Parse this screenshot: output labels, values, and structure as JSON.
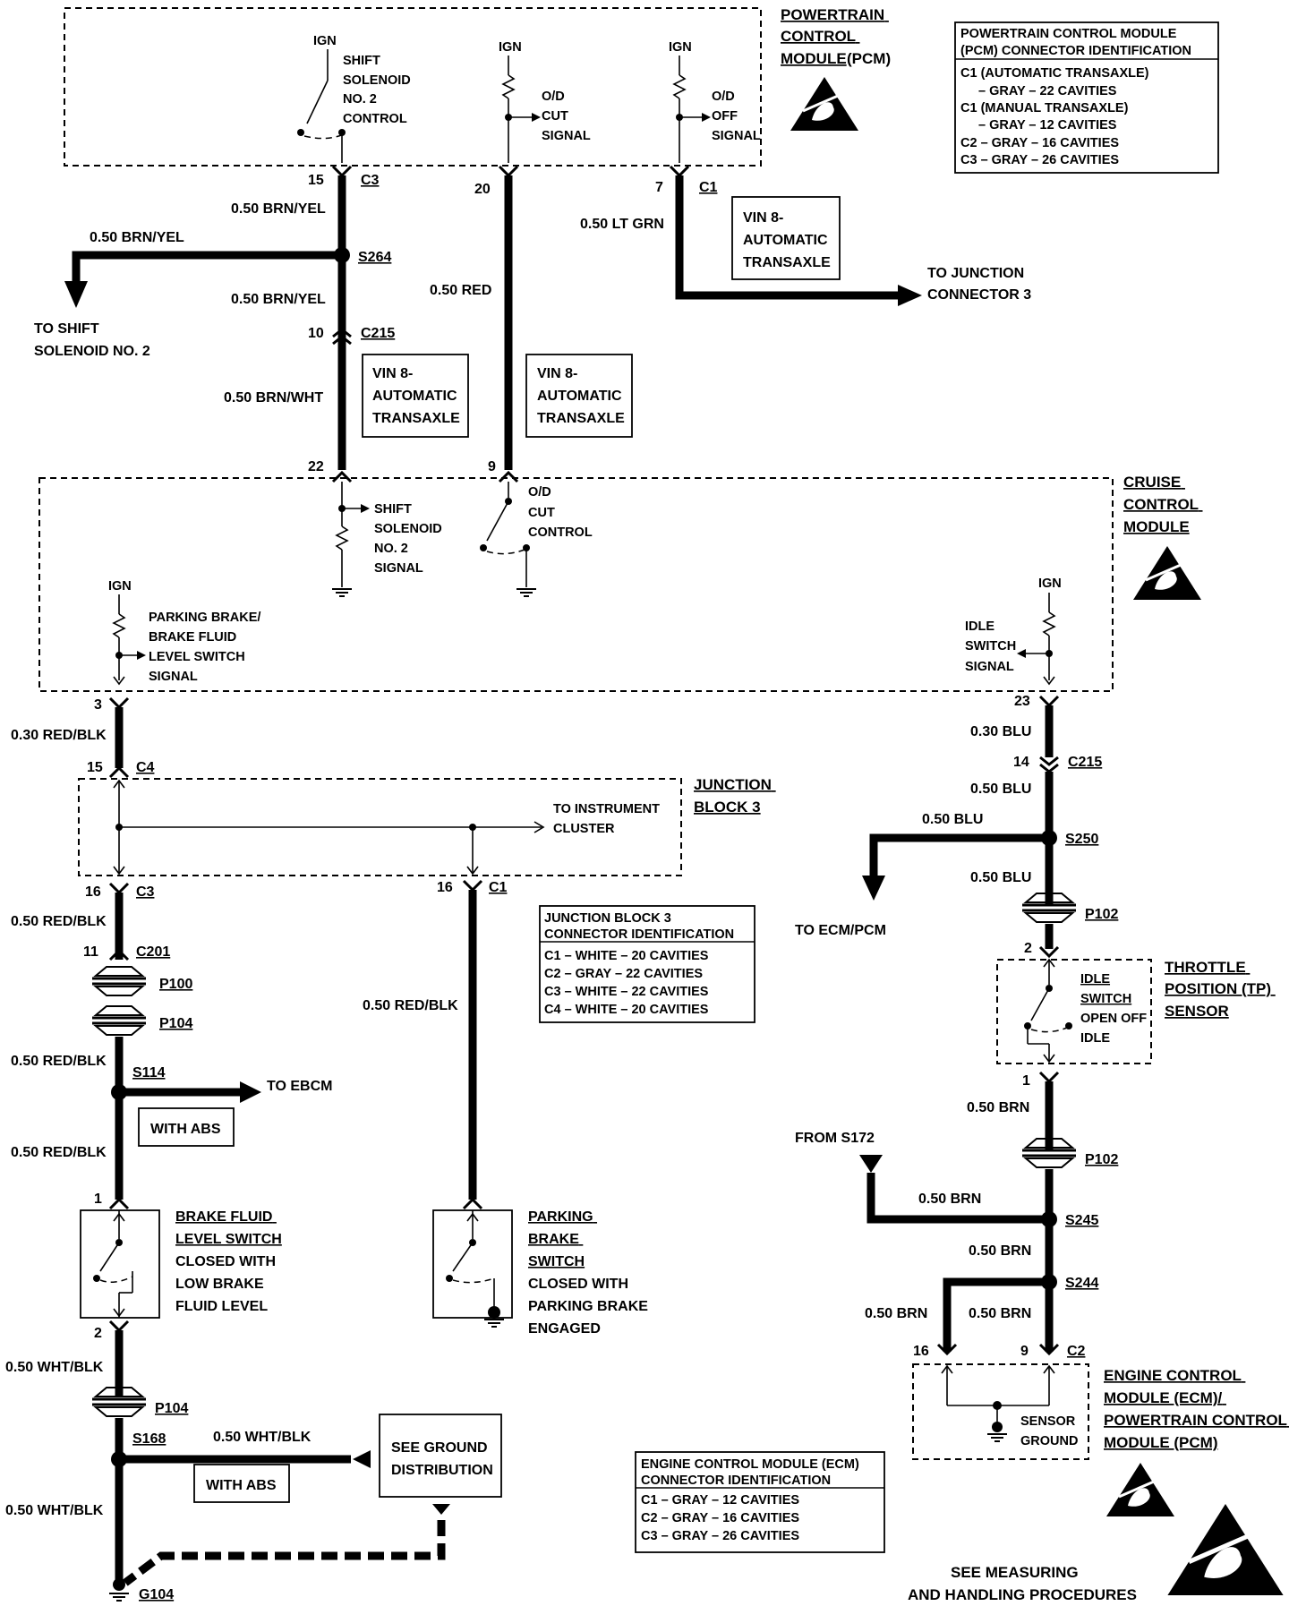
{
  "pcm": {
    "title": [
      "POWERTRAIN",
      "CONTROL",
      "MODULE"
    ],
    "title_suffix": "(PCM)",
    "ign": "IGN",
    "shift_solenoid_control": [
      "SHIFT",
      "SOLENOID",
      "NO. 2",
      "CONTROL"
    ],
    "od_cut_signal": [
      "O/D",
      "CUT",
      "SIGNAL"
    ],
    "od_off_signal": [
      "O/D",
      "OFF",
      "SIGNAL"
    ]
  },
  "pcm_connector_id": {
    "title": [
      "POWERTRAIN CONTROL MODULE",
      "(PCM) CONNECTOR IDENTIFICATION"
    ],
    "lines": [
      "C1 (AUTOMATIC TRANSAXLE)",
      "– GRAY – 22 CAVITIES",
      "C1 (MANUAL TRANSAXLE)",
      "– GRAY – 12 CAVITIES",
      "C2 – GRAY – 16 CAVITIES",
      "C3 – GRAY – 26 CAVITIES"
    ]
  },
  "upper_wires": {
    "pin15": "15",
    "c3": "C3",
    "brn_yel_1": "0.50 BRN/YEL",
    "brn_yel_branch": "0.50 BRN/YEL",
    "s264": "S264",
    "brn_yel_2": "0.50 BRN/YEL",
    "to_shift": [
      "TO SHIFT",
      "SOLENOID NO. 2"
    ],
    "pin10": "10",
    "c215": "C215",
    "brn_wht": "0.50 BRN/WHT",
    "pin22": "22",
    "pin20": "20",
    "red": "0.50 RED",
    "pin9": "9",
    "pin7": "7",
    "c1": "C1",
    "lt_grn": "0.50 LT GRN",
    "to_junction": [
      "TO JUNCTION",
      "CONNECTOR 3"
    ],
    "vin_box": [
      "VIN 8-",
      "AUTOMATIC",
      "TRANSAXLE"
    ]
  },
  "cruise": {
    "title": [
      "CRUISE",
      "CONTROL",
      "MODULE"
    ],
    "ign": "IGN",
    "shift_signal": [
      "SHIFT",
      "SOLENOID",
      "NO. 2",
      "SIGNAL"
    ],
    "od_cut_control": [
      "O/D",
      "CUT",
      "CONTROL"
    ],
    "parking_signal": [
      "PARKING BRAKE/",
      "BRAKE FLUID",
      "LEVEL SWITCH",
      "SIGNAL"
    ],
    "idle_signal": [
      "IDLE",
      "SWITCH",
      "SIGNAL"
    ]
  },
  "left_wires": {
    "pin3": "3",
    "red_blk_030": "0.30 RED/BLK",
    "pin15": "15",
    "c4": "C4",
    "jb3": [
      "JUNCTION",
      "BLOCK 3"
    ],
    "to_cluster": [
      "TO INSTRUMENT",
      "CLUSTER"
    ],
    "pin16a": "16",
    "c3": "C3",
    "pin16b": "16",
    "c1": "C1",
    "red_blk_1": "0.50 RED/BLK",
    "pin11": "11",
    "c201": "C201",
    "p100": "P100",
    "p104": "P104",
    "red_blk_2": "0.50 RED/BLK",
    "s114": "S114",
    "to_ebcm": "TO EBCM",
    "with_abs": "WITH ABS",
    "red_blk_3": "0.50 RED/BLK",
    "red_blk_mid": "0.50 RED/BLK",
    "pin1": "1",
    "pin1b": "",
    "brake_fluid": [
      "BRAKE FLUID",
      "LEVEL SWITCH"
    ],
    "brake_fluid_note": [
      "CLOSED WITH",
      "LOW BRAKE",
      "FLUID LEVEL"
    ],
    "parking": [
      "PARKING",
      "BRAKE",
      "SWITCH"
    ],
    "parking_note": [
      "CLOSED WITH",
      "PARKING BRAKE",
      "ENGAGED"
    ],
    "pin2": "2",
    "wht_blk_1": "0.50 WHT/BLK",
    "p104b": "P104",
    "s168": "S168",
    "wht_blk_branch": "0.50 WHT/BLK",
    "see_ground": [
      "SEE GROUND",
      "DISTRIBUTION"
    ],
    "with_abs_2": "WITH ABS",
    "wht_blk_2": "0.50 WHT/BLK",
    "g104": "G104"
  },
  "jb3_connector_id": {
    "title": [
      "JUNCTION BLOCK 3",
      "CONNECTOR IDENTIFICATION"
    ],
    "lines": [
      "C1 – WHITE – 20 CAVITIES",
      "C2 – GRAY – 22 CAVITIES",
      "C3 – WHITE – 22 CAVITIES",
      "C4 – WHITE – 20 CAVITIES"
    ]
  },
  "right_wires": {
    "pin23": "23",
    "blu_030": "0.30 BLU",
    "pin14": "14",
    "c215": "C215",
    "blu_1": "0.50 BLU",
    "blu_branch": "0.50 BLU",
    "s250": "S250",
    "to_ecm": "TO ECM/PCM",
    "blu_2": "0.50 BLU",
    "p102": "P102",
    "pin2": "2",
    "tp": [
      "THROTTLE",
      "POSITION (TP)",
      "SENSOR"
    ],
    "idle_switch": [
      "IDLE",
      "SWITCH"
    ],
    "open_off": "OPEN OFF",
    "idle": "IDLE",
    "pin1": "1",
    "brn_1": "0.50 BRN",
    "from_s172": "FROM S172",
    "p102b": "P102",
    "brn_branch": "0.50 BRN",
    "s245": "S245",
    "brn_2": "0.50 BRN",
    "s244": "S244",
    "brn_left": "0.50 BRN",
    "brn_right": "0.50 BRN",
    "pin16": "16",
    "pin9": "9",
    "c2": "C2",
    "sensor_ground": [
      "SENSOR",
      "GROUND"
    ],
    "ecm_title": [
      "ENGINE CONTROL",
      "MODULE (ECM)/",
      "POWERTRAIN CONTROL",
      "MODULE (PCM)"
    ]
  },
  "ecm_connector_id": {
    "title": [
      "ENGINE CONTROL MODULE (ECM)",
      "CONNECTOR IDENTIFICATION"
    ],
    "lines": [
      "C1 – GRAY – 12 CAVITIES",
      "C2 – GRAY – 16 CAVITIES",
      "C3 – GRAY – 26 CAVITIES"
    ]
  },
  "footer": [
    "SEE MEASURING",
    "AND HANDLING PROCEDURES"
  ]
}
